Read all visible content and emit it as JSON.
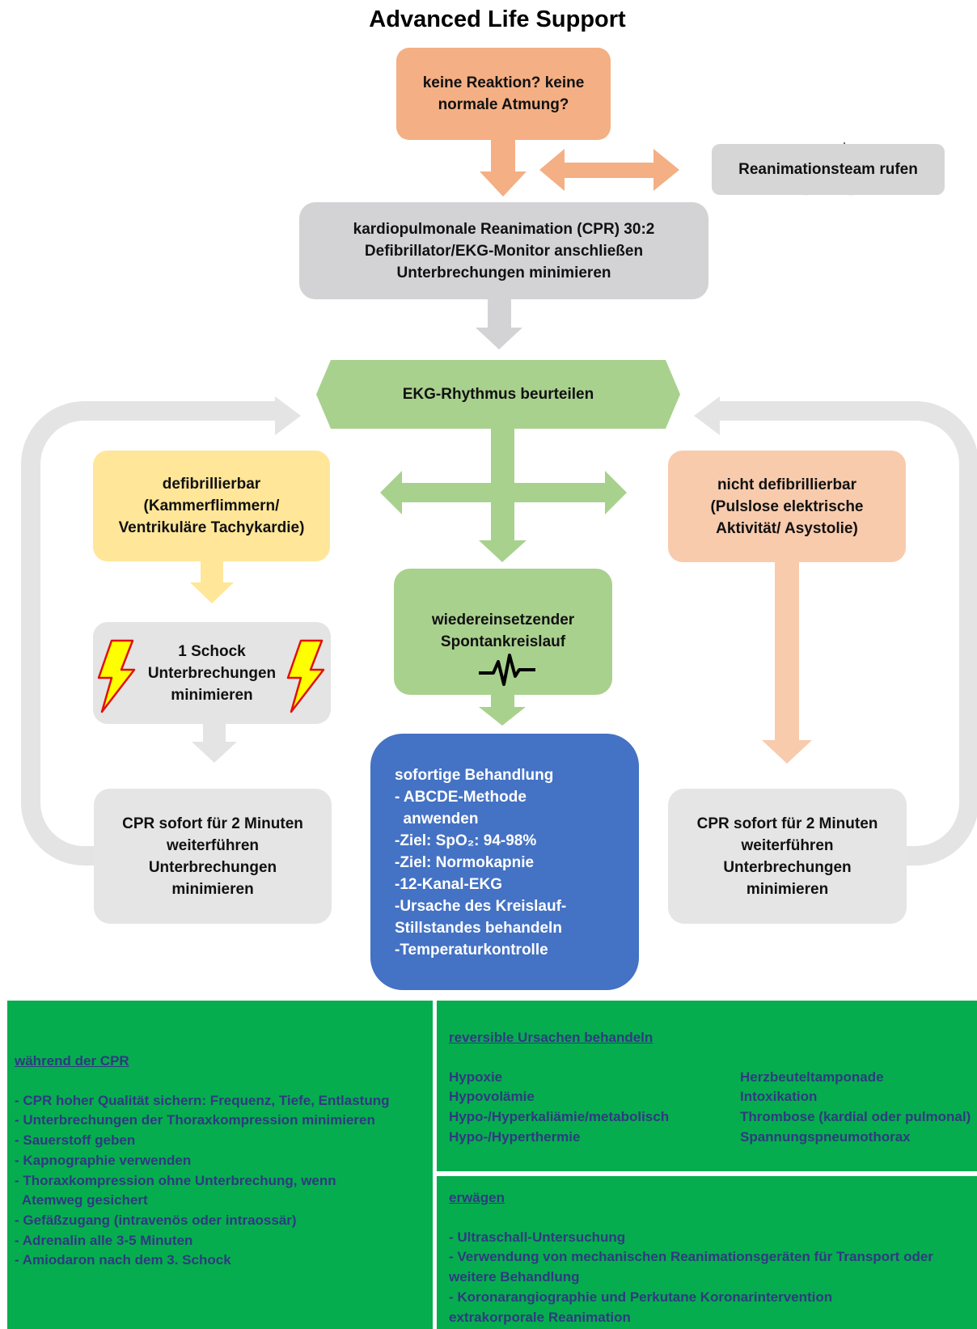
{
  "title": "Advanced Life Support",
  "start": {
    "line1": "keine Reaktion? keine",
    "line2": "normale Atmung?"
  },
  "call_team": {
    "label": "Reanimationsteam rufen",
    "icon": "ambulance-icon"
  },
  "cpr": {
    "lines": [
      "kardiopulmonale Reanimation (CPR) 30:2",
      "Defibrillator/EKG-Monitor anschließen",
      "Unterbrechungen minimieren"
    ]
  },
  "ekg": {
    "label": "EKG-Rhythmus beurteilen"
  },
  "shockable": {
    "lines": [
      "defibrillierbar",
      "(Kammerflimmern/",
      "Ventrikuläre Tachykardie)"
    ]
  },
  "non_shockable": {
    "lines": [
      "nicht defibrillierbar",
      "(Pulslose elektrische",
      "Aktivität/ Asystolie)"
    ]
  },
  "shock": {
    "lines": [
      "1 Schock",
      "Unterbrechungen",
      "minimieren"
    ],
    "icon": "lightning-icon"
  },
  "rosc": {
    "lines": [
      "wiedereinsetzender",
      "Spontankreislauf"
    ],
    "icon": "ekg-wave-icon"
  },
  "cpr_left": {
    "lines": [
      "CPR sofort für 2 Minuten",
      "weiterführen",
      "Unterbrechungen",
      "minimieren"
    ]
  },
  "cpr_right": {
    "lines": [
      "CPR sofort für 2 Minuten",
      "weiterführen",
      "Unterbrechungen",
      "minimieren"
    ]
  },
  "post_rosc": {
    "lines": [
      "sofortige Behandlung",
      "- ABCDE-Methode",
      "  anwenden",
      "-Ziel: SpO₂: 94-98%",
      "-Ziel: Normokapnie",
      "-12-Kanal-EKG",
      "-Ursache des Kreislauf-",
      "Stillstandes behandeln",
      "-Temperaturkontrolle"
    ]
  },
  "during_cpr": {
    "heading": "während der CPR",
    "items": [
      "- CPR hoher Qualität sichern: Frequenz, Tiefe, Entlastung",
      "- Unterbrechungen der Thoraxkompression minimieren",
      "- Sauerstoff geben",
      "- Kapnographie verwenden",
      "- Thoraxkompression ohne Unterbrechung, wenn",
      "  Atemweg gesichert",
      "- Gefäßzugang (intravenös oder intraossär)",
      "- Adrenalin alle 3-5 Minuten",
      "- Amiodaron nach dem 3. Schock"
    ]
  },
  "reversible": {
    "heading": "reversible Ursachen behandeln",
    "col1": [
      "Hypoxie",
      "Hypovolämie",
      "Hypo-/Hyperkaliämie/metabolisch",
      "Hypo-/Hyperthermie"
    ],
    "col2": [
      "Herzbeuteltamponade",
      "Intoxikation",
      "Thrombose (kardial oder pulmonal)",
      "Spannungspneumothorax"
    ]
  },
  "consider": {
    "heading": "erwägen",
    "items": [
      "- Ultraschall-Untersuchung",
      "- Verwendung von mechanischen Reanimationsgeräten für Transport oder weitere Behandlung",
      "- Koronarangiographie und Perkutane Koronarintervention",
      "extrakorporale Reanimation"
    ]
  },
  "colors": {
    "orange": "#F4AF84",
    "gray": "#D3D2D4",
    "green": "#A9D18E",
    "yellow": "#FFE699",
    "peach": "#F8CBAD",
    "blue": "#4472C4",
    "panel_green": "#06AD4F",
    "panel_text": "#2F3A80"
  }
}
